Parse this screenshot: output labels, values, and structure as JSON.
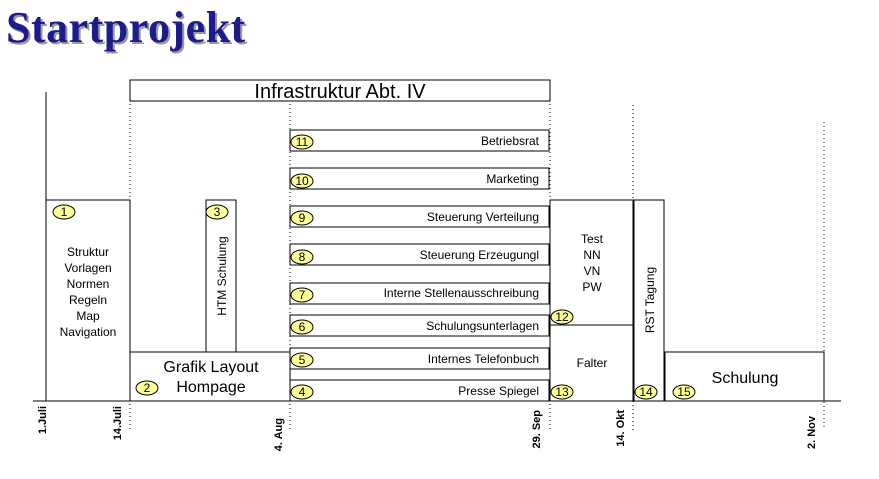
{
  "title": "Startprojekt",
  "header_bar": "Infrastruktur Abt. IV",
  "boxes": {
    "b1": "Struktur\nVorlagen\nNormen\nRegeln\nMap\nNavigation",
    "b2": "Grafik Layout\nHompage",
    "b3": "HTM Schulung",
    "b4": "Presse Spiegel",
    "b5": "Internes Telefonbuch",
    "b6": "Schulungsunterlagen",
    "b7": "Interne Stellenausschreibung",
    "b8": "Steuerung Erzeugungl",
    "b9": "Steuerung Verteilung",
    "b10": "Marketing",
    "b11": "Betriebsrat",
    "test": "Test\nNN\nVN\nPW",
    "falter": "Falter",
    "rst": "RST Tagung",
    "schulung": "Schulung"
  },
  "circles": [
    "1",
    "2",
    "3",
    "4",
    "5",
    "6",
    "7",
    "8",
    "9",
    "10",
    "11",
    "12",
    "13",
    "14",
    "15"
  ],
  "axis_labels": [
    "1.Juli",
    "14.Juli",
    "4. Aug",
    "29. Sep",
    "14. Okt",
    "2. Nov"
  ],
  "colors": {
    "title": "#1c1c8e",
    "circle_fill": "#ffff99"
  }
}
